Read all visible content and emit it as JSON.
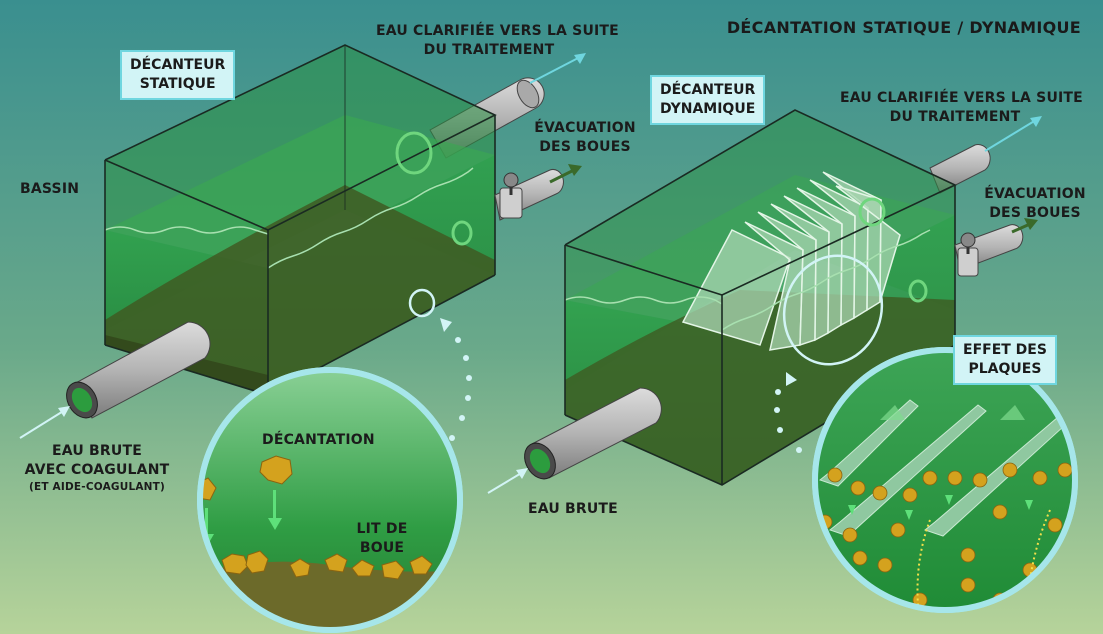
{
  "title": "DÉCANTATION STATIQUE / DYNAMIQUE",
  "static": {
    "box_line1": "DÉCANTEUR",
    "box_line2": "STATIQUE",
    "outlet_line1": "EAU CLARIFIÉE VERS LA SUITE",
    "outlet_line2": "DU TRAITEMENT",
    "sludge_line1": "ÉVACUATION",
    "sludge_line2": "DES BOUES",
    "basin": "BASSIN",
    "inlet_line1": "EAU BRUTE",
    "inlet_line2": "AVEC COAGULANT",
    "inlet_line3": "(ET AIDE-COAGULANT)",
    "zoom_title": "DÉCANTATION",
    "zoom_bed_line1": "LIT DE",
    "zoom_bed_line2": "BOUE"
  },
  "dynamic": {
    "box_line1": "DÉCANTEUR",
    "box_line2": "DYNAMIQUE",
    "outlet_line1": "EAU CLARIFIÉE VERS LA SUITE",
    "outlet_line2": "DU TRAITEMENT",
    "sludge_line1": "ÉVACUATION",
    "sludge_line2": "DES BOUES",
    "inlet": "EAU BRUTE",
    "effect_line1": "EFFET DES",
    "effect_line2": "PLAQUES"
  },
  "colors": {
    "background_top": "#3a8f8f",
    "background_bottom": "#b6d39a",
    "water": "#2e9a46",
    "sludge": "#3f5b22",
    "accent": "#6fd6df",
    "label_box": "#d2f4f6",
    "particle": "#d4a21e"
  }
}
